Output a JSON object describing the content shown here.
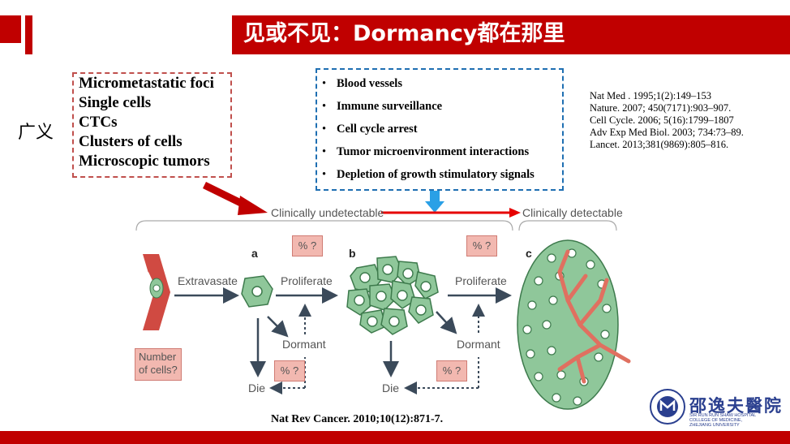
{
  "slide": {
    "title": "见或不见：Dormancy都在那里",
    "left_label": "广义",
    "red_box_items": [
      "Micrometastatic foci",
      "Single cells",
      "CTCs",
      "Clusters of cells",
      "Microscopic tumors"
    ],
    "blue_box_items": [
      "Blood vessels",
      "Immune surveillance",
      "Cell cycle arrest",
      "Tumor microenvironment interactions",
      "Depletion of growth stimulatory signals"
    ],
    "references": [
      "Nat Med . 1995;1(2):149–153",
      "Nature. 2007; 450(7171):903–907.",
      "Cell Cycle. 2006; 5(16):1799–1807",
      "Adv Exp Med Biol. 2003; 734:73–89.",
      "Lancet. 2013;381(9869):805–816."
    ],
    "citation": "Nat Rev Cancer. 2010;10(12):871-7.",
    "colors": {
      "accent": "#c00000",
      "blue_dash": "#1f6fb2",
      "red_dash": "#c0504d",
      "cell_green": "#8fc79a",
      "vessel_red": "#c0504d"
    }
  },
  "figure": {
    "clinically_undetectable": "Clinically undetectable",
    "clinically_detectable": "Clinically detectable",
    "extravasate": "Extravasate",
    "proliferate_1": "Proliferate",
    "proliferate_2": "Proliferate",
    "dormant_1": "Dormant",
    "dormant_2": "Dormant",
    "die_1": "Die",
    "die_2": "Die",
    "pct_label": "% ?",
    "number_of_cells_1": "Number",
    "number_of_cells_2": "of cells?",
    "letter_a": "a",
    "letter_b": "b",
    "letter_c": "c"
  },
  "logo": {
    "name": "邵逸夫醫院",
    "sub_1": "SIR RUN RUN SHAW HOSPITAL",
    "sub_2": "COLLEGE OF MEDICINE,",
    "sub_3": "ZHEJIANG UNIVERSITY"
  }
}
